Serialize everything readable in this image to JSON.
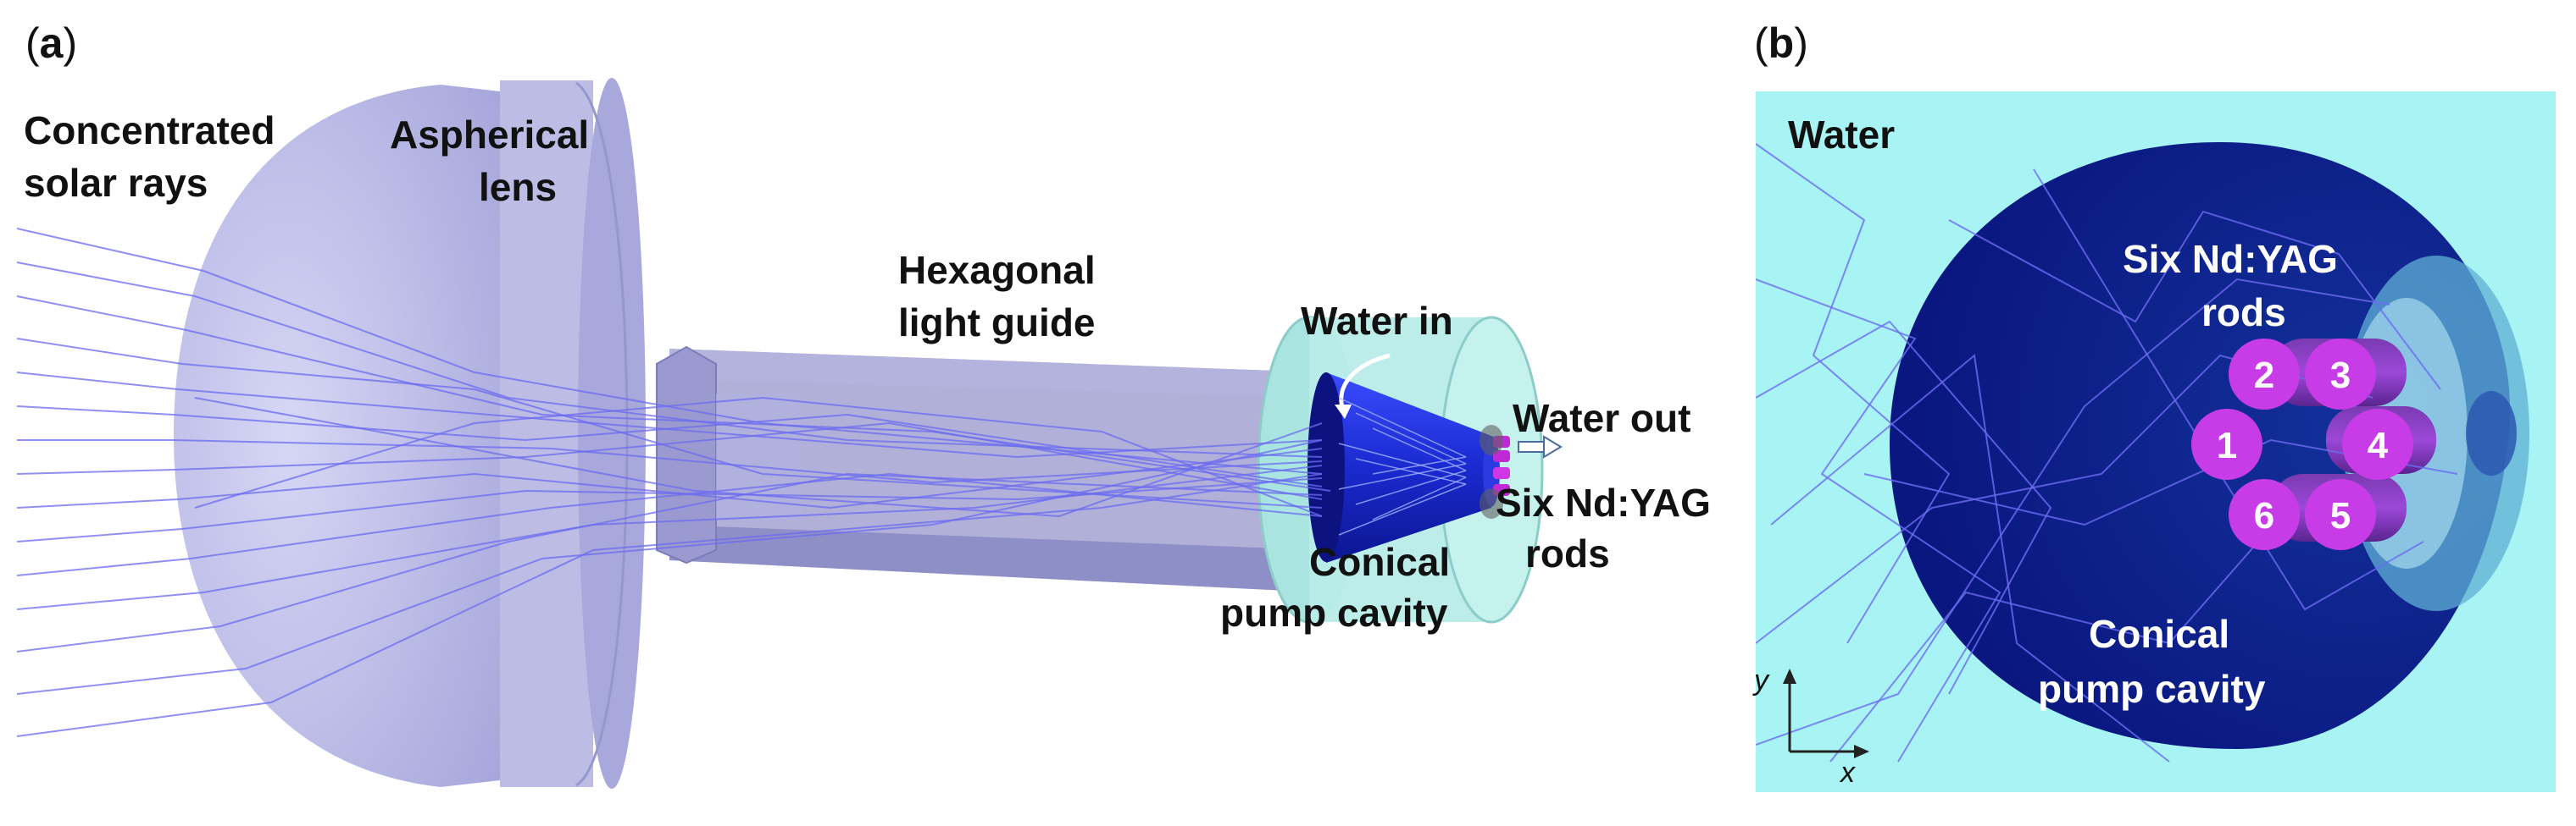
{
  "panel_a": {
    "tag_open": "(",
    "tag_letter": "a",
    "tag_close": ")",
    "labels": {
      "solar_line1": "Concentrated",
      "solar_line2": "solar rays",
      "lens_line1": "Aspherical",
      "lens_line2": "lens",
      "guide_line1": "Hexagonal",
      "guide_line2": "light guide",
      "water_in": "Water in",
      "water_out": "Water out",
      "rods_line1": "Six Nd:YAG",
      "rods_line2": "rods",
      "cavity_line1": "Conical",
      "cavity_line2": "pump cavity"
    }
  },
  "panel_b": {
    "tag_open": "(",
    "tag_letter": "b",
    "tag_close": ")",
    "labels": {
      "water": "Water",
      "rods_line1": "Six Nd:YAG",
      "rods_line2": "rods",
      "cavity_line1": "Conical",
      "cavity_line2": "pump cavity"
    },
    "rod_numbers": [
      "1",
      "2",
      "3",
      "4",
      "5",
      "6"
    ],
    "axes": {
      "x": "x",
      "y": "y"
    }
  },
  "colors": {
    "lens": "#b9b9e6",
    "ray": "#6b6bf0",
    "water_bg": "#a8f4f4",
    "cavity_dark": "#0f1a8c",
    "cavity_blue": "#1a2fd6",
    "rod": "#c43ce6"
  }
}
